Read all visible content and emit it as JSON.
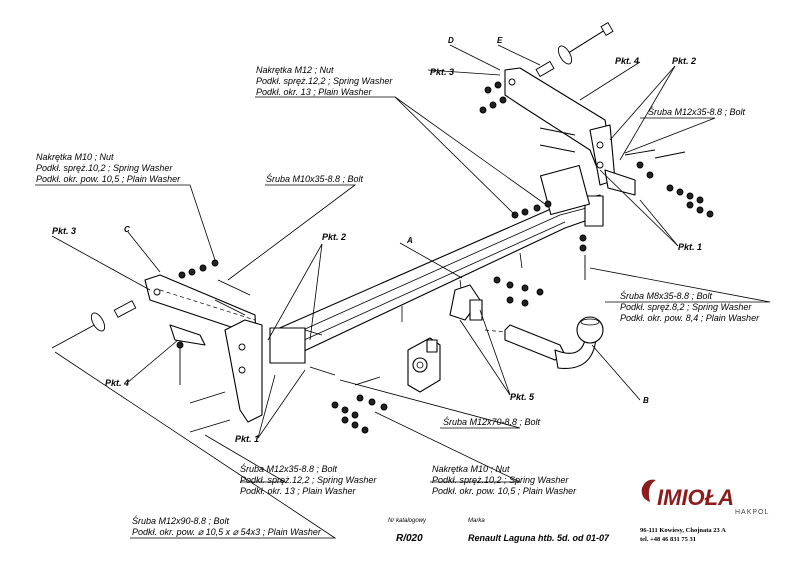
{
  "callouts": {
    "top_nut_m12": [
      "Nakrętka  M12 ; Nut",
      "Podkł. spręż.12,2 ; Spring Washer",
      "Podkł. okr. 13 ; Plain Washer"
    ],
    "left_nut_m10": [
      "Nakrętka  M10 ; Nut",
      "Podkł. spręż.10,2 ; Spring Washer",
      "Podkł. okr. pow. 10,5 ; Plain Washer"
    ],
    "bolt_m10x35": "Śruba M10x35-8.8 ;  Bolt",
    "bolt_m12x35_right": "Śruba M12x35-8.8 ;  Bolt",
    "bolt_m8x35": [
      "Śruba M8x35-8.8 ;  Bolt",
      "Podkł. spręż.8,2 ; Spring Washer",
      "Podkł. okr. pow. 8,4 ; Plain Washer"
    ],
    "bolt_m12x70": "Śruba M12x70-8.8 ;  Bolt",
    "bolt_m12x35_bottom": [
      "Śruba M12x35-8.8 ;  Bolt",
      "Podkł. spręż.12,2 ; Spring Washer",
      "Podkł. okr. 13 ; Plain Washer"
    ],
    "bottom_nut_m10": [
      "Nakrętka  M10 ; Nut",
      "Podkł. spręż.10,2 ; Spring Washer",
      "Podkł. okr. pow. 10,5 ; Plain Washer"
    ],
    "bolt_m12x90": [
      "Śruba M12x90-8.8 ;  Bolt",
      "Podkł. okr. pow. ⌀ 10,5 x ⌀ 54x3 ; Plain Washer"
    ]
  },
  "points": {
    "pkt1": "Pkt. 1",
    "pkt2": "Pkt. 2",
    "pkt3": "Pkt. 3",
    "pkt4": "Pkt. 4",
    "pkt5": "Pkt. 5"
  },
  "letters": {
    "a": "A",
    "b": "B",
    "c": "C",
    "d": "D",
    "e": "E"
  },
  "title_block": {
    "catalog_label": "Nr katalogowy",
    "catalog_number": "R/020",
    "make_label": "Marka",
    "model": "Renault Laguna  htb. 5d.    od  01-07"
  },
  "brand": {
    "name": "IMIOŁA",
    "sub": "HAKPOL",
    "address": "96-111 Kowiesy, Chojnata 23 A",
    "phone": "tel. +48 46 831 75 31",
    "color": "#8c1c1c"
  }
}
